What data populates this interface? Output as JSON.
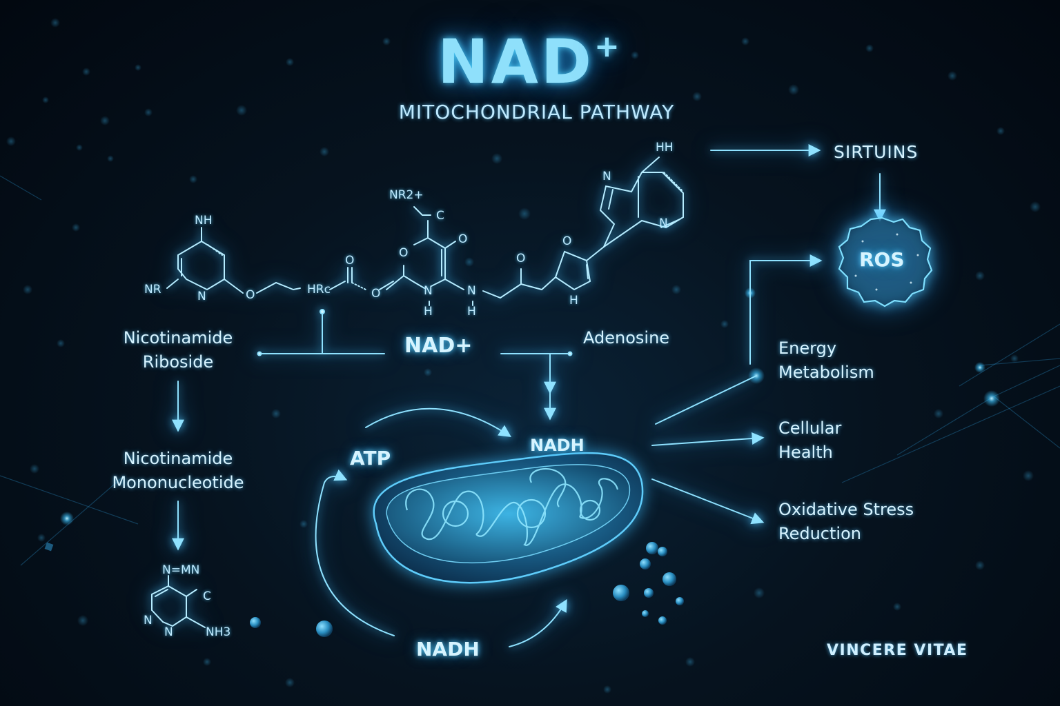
{
  "header": {
    "title": "NAD",
    "title_superscript": "+",
    "subtitle": "MITOCHONDRIAL PATHWAY"
  },
  "precursors": {
    "nicotinamide_riboside": [
      "Nicotinamide",
      "Riboside"
    ],
    "nicotinamide_mononucleotide": [
      "Nicotinamide",
      "Mononucleotide"
    ],
    "adenosine": "Adenosine"
  },
  "center_node": {
    "label": "NAD+"
  },
  "mitochondria_cycle": {
    "atp": "ATP",
    "nadh_top": "NADH",
    "nadh_bottom": "NADH"
  },
  "right_column": {
    "sirtuins": "SIRTUINS",
    "ros": "ROS",
    "outcomes": [
      [
        "Energy",
        "Metabolism"
      ],
      [
        "Cellular",
        "Health"
      ],
      [
        "Oxidative Stress",
        "Reduction"
      ]
    ]
  },
  "chem_labels": {
    "left_ring": {
      "nh_top": "NH",
      "nr": "NR",
      "n": "N",
      "o": "O",
      "hrc": "HRc",
      "o_carbonyl": "O",
      "o_link": "O"
    },
    "middle_ring": {
      "nr2": "NR2+",
      "c": "C",
      "o_ring": "O",
      "o_keto": "O",
      "n1": "N",
      "h1": "H",
      "n2": "N",
      "h2": "H",
      "o_chain": "O"
    },
    "adenine": {
      "hh": "HH",
      "n1": "N",
      "n2": "N",
      "o_furan": "O",
      "h": "H"
    },
    "bottom_left": {
      "nmn": "N=MN",
      "c": "C",
      "n1": "N",
      "n2": "N",
      "nh3": "NH3"
    }
  },
  "branding": {
    "text": "VINCERE VITAE"
  },
  "colors": {
    "background": "#020a12",
    "accent": "#5fd4ff",
    "glow": "#2aa8f0",
    "text": "#d6f3ff",
    "mito_fill": "#1a5d84"
  }
}
